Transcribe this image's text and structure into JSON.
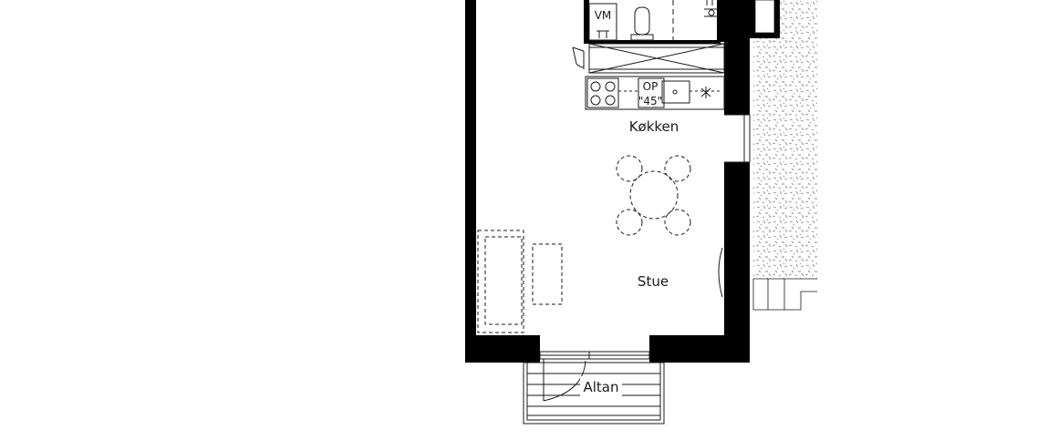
{
  "plan": {
    "rooms": {
      "kitchen": "Køkken",
      "living": "Stue",
      "balcony": "Altan"
    },
    "fixtures": {
      "washing_machine": "VM",
      "appliance": "OP",
      "appliance_size": "\"45\""
    },
    "colors": {
      "wall": "#000000",
      "line": "#1a1a1a",
      "terrace_hatch": "#808080"
    }
  }
}
